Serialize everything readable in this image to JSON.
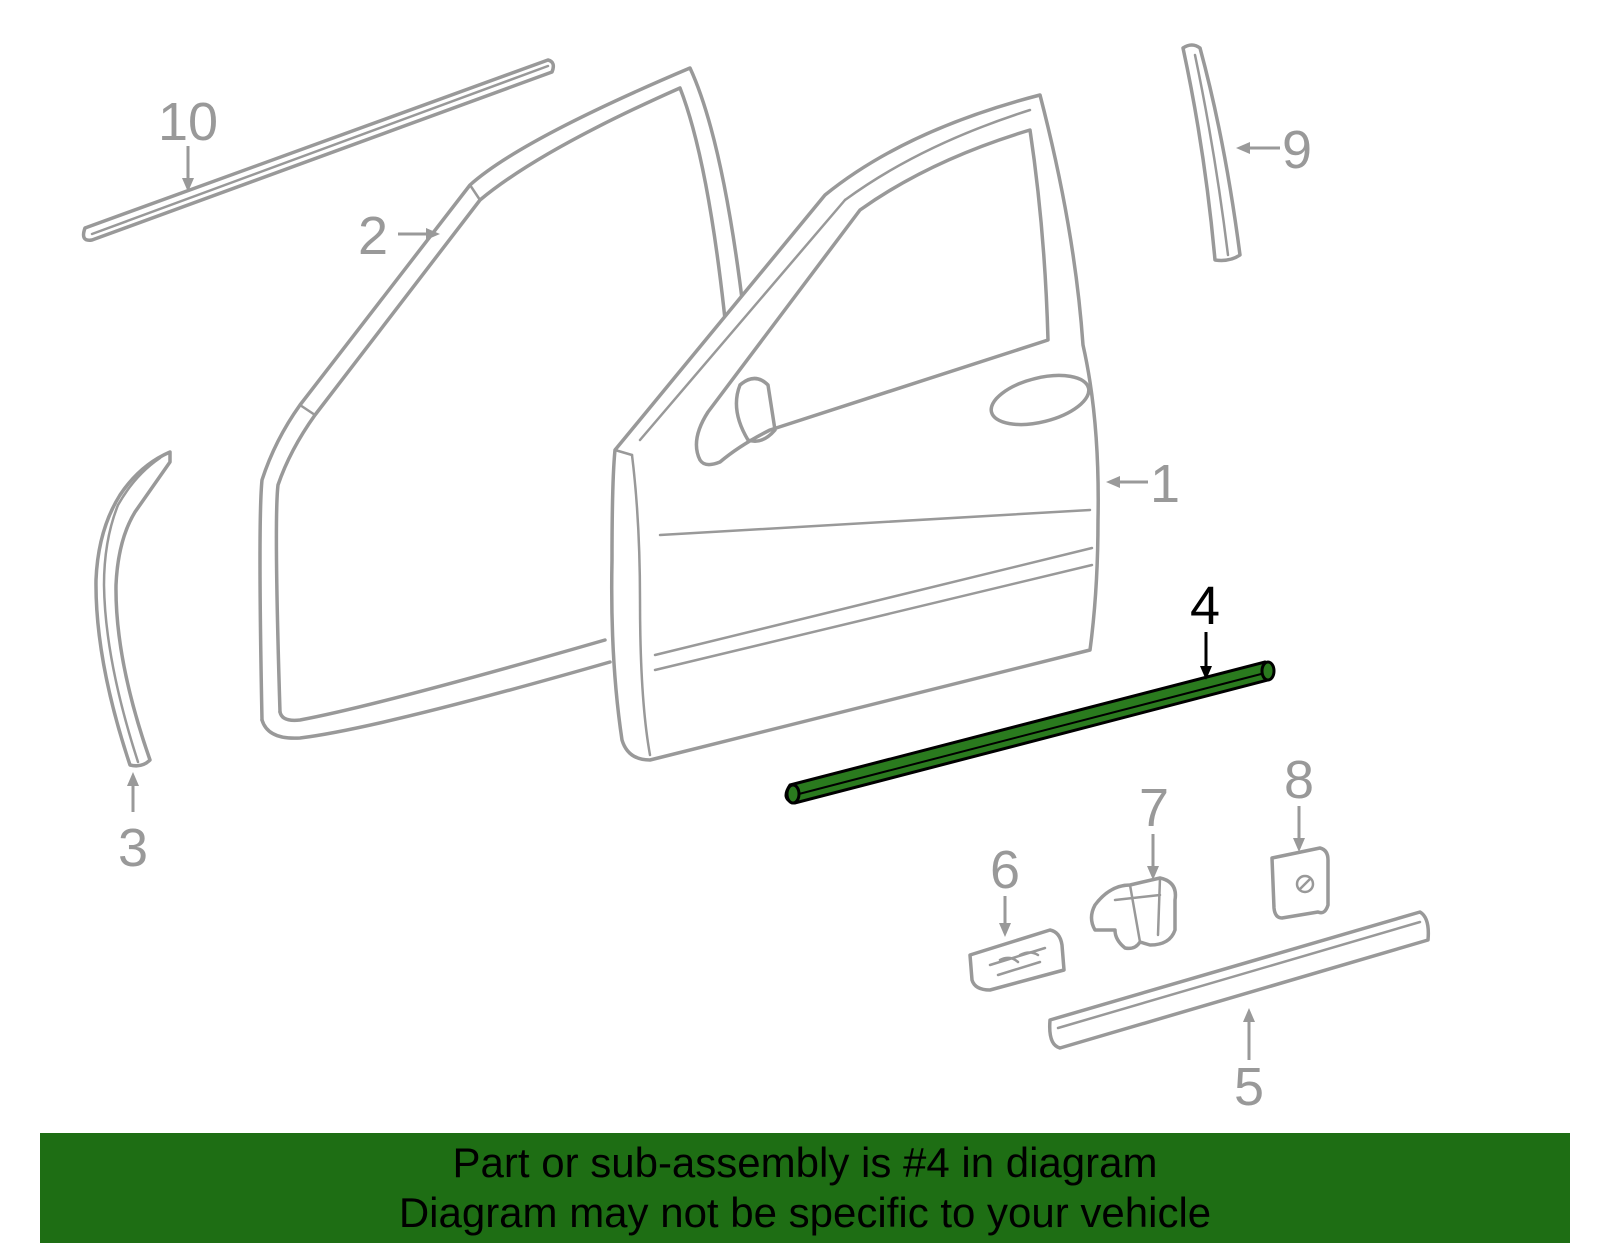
{
  "callouts": {
    "c1": "1",
    "c2": "2",
    "c3": "3",
    "c4": "4",
    "c5": "5",
    "c6": "6",
    "c7": "7",
    "c8": "8",
    "c9": "9",
    "c10": "10"
  },
  "highlighted_part": "4",
  "colors": {
    "line": "#999999",
    "highlight_fill": "#2a7a1e",
    "highlight_stroke": "#000000",
    "banner_bg": "#1e6e14",
    "banner_text": "#000000"
  },
  "banner": {
    "line1": "Part or sub-assembly is #4 in diagram",
    "line2": "Diagram may not be specific to your vehicle"
  }
}
